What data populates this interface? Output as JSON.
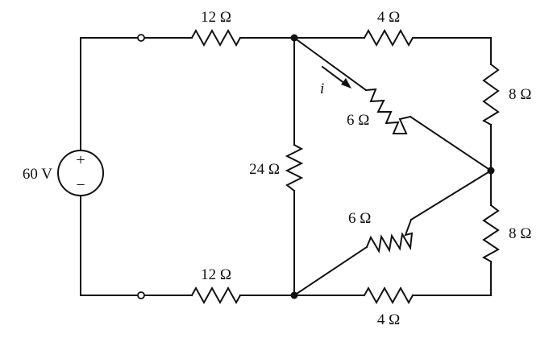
{
  "source": {
    "voltage": "60 V",
    "plus": "+",
    "minus": "−"
  },
  "resistors": {
    "top_left": "12 Ω",
    "bottom_left": "12 Ω",
    "middle_vertical": "24 Ω",
    "top_right": "4 Ω",
    "bottom_right": "4 Ω",
    "right_upper": "8 Ω",
    "right_lower": "8 Ω",
    "diag_upper": "6 Ω",
    "diag_lower": "6 Ω"
  },
  "current": {
    "label": "i"
  }
}
